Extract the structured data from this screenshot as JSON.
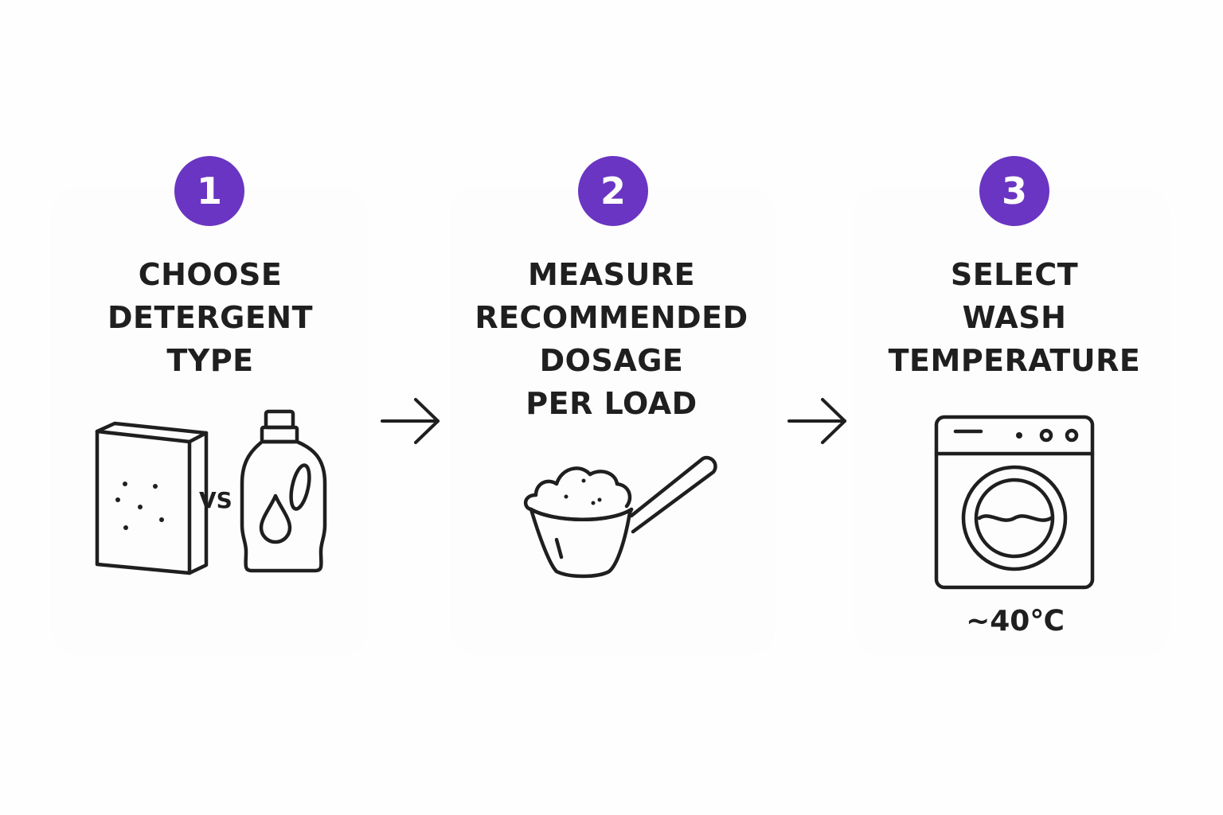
{
  "colors": {
    "badge": "#6a35c2",
    "ink": "#1f1f1f",
    "card": "#fdfdfd"
  },
  "steps": [
    {
      "number": "1",
      "title_lines": [
        "CHOOSE",
        "DETERGENT",
        "TYPE"
      ],
      "icon": "powder-box-vs-liquid-bottle-icon",
      "comparison_label": "VS"
    },
    {
      "number": "2",
      "title_lines": [
        "MEASURE",
        "RECOMMENDED",
        "DOSAGE",
        "PER LOAD"
      ],
      "icon": "measuring-scoop-icon"
    },
    {
      "number": "3",
      "title_lines": [
        "SELECT",
        "WASH",
        "TEMPERATURE"
      ],
      "icon": "washing-machine-icon",
      "temperature_label": "~40℃"
    }
  ],
  "connectors": [
    "arrow-right-icon",
    "arrow-right-icon"
  ]
}
